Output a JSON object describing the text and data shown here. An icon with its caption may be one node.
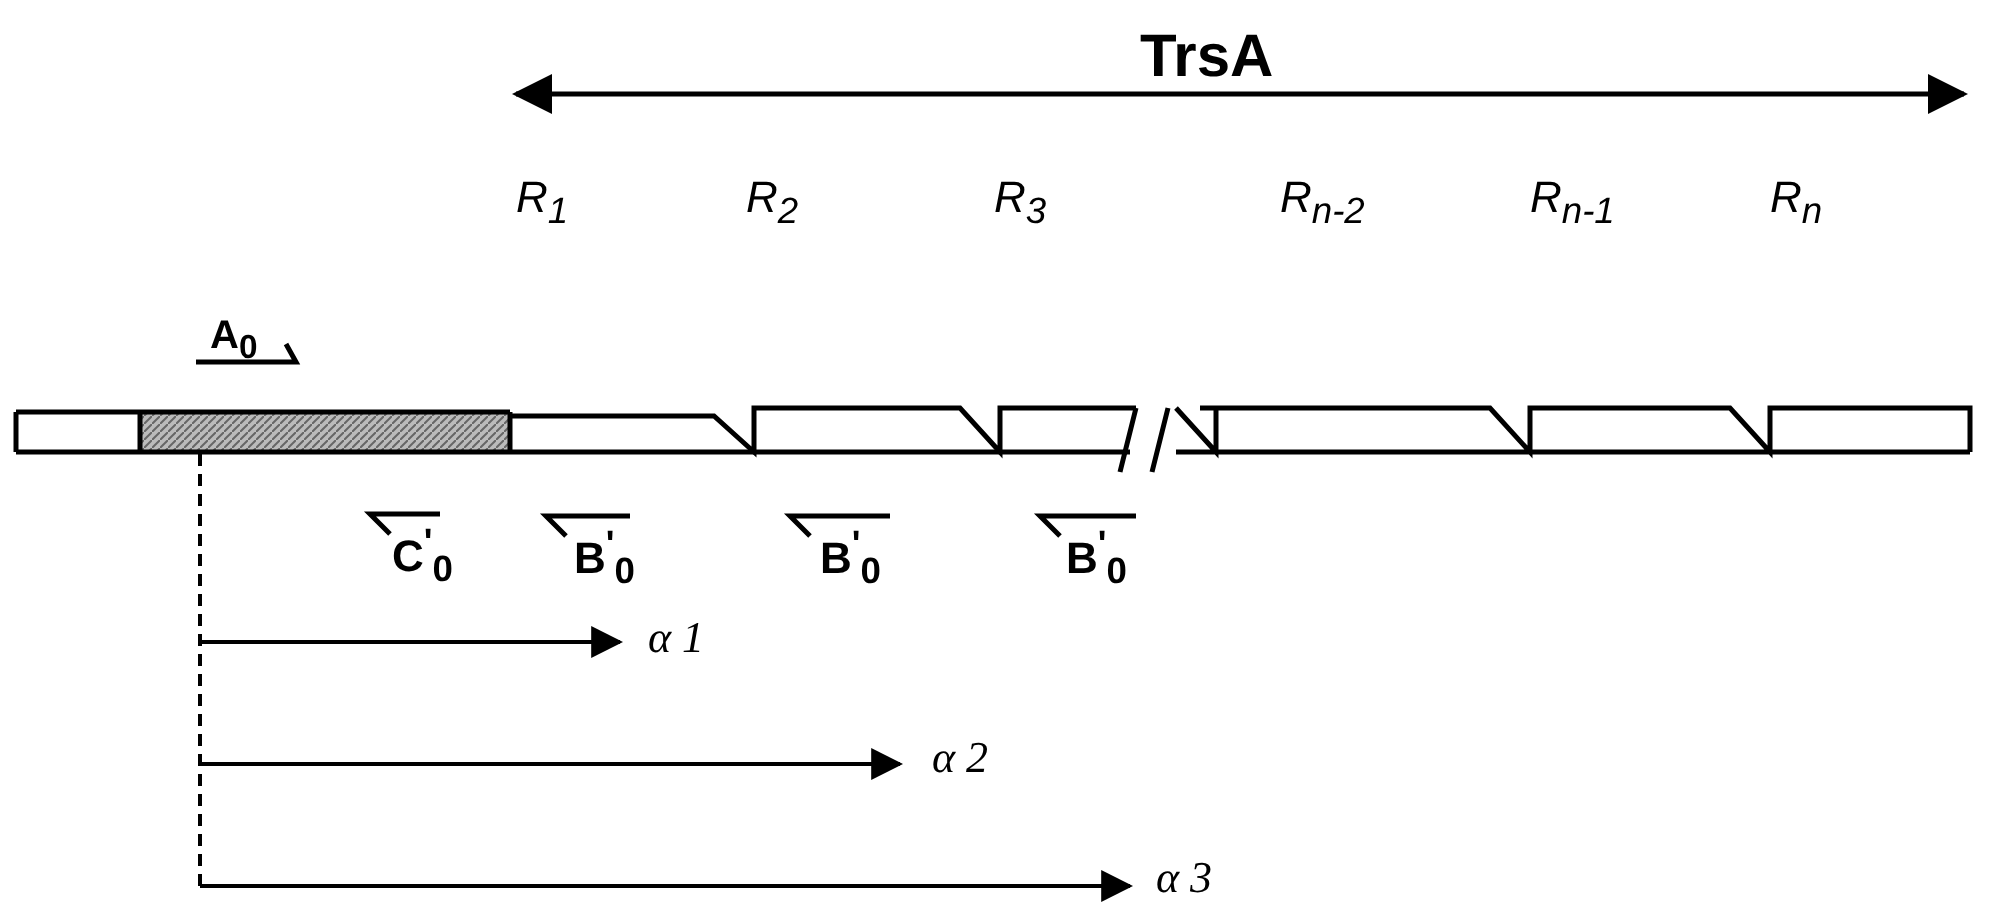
{
  "diagram": {
    "labels": [
      "TrsA",
      "R$_{1}$",
      "R$_{2}$",
      "R$_{3}$",
      "R$_{n-2}$",
      "R$_{n-1}$",
      "R$_{n}$",
      "A$_{0}$",
      "C$^{'}$$_{0}$",
      "B$^{'}$$_{0}$",
      "B$^{'}$$_{0}$",
      "B$^{'}$$_{0}$",
      "α 1",
      "α 2",
      "α 3"
    ]
  }
}
